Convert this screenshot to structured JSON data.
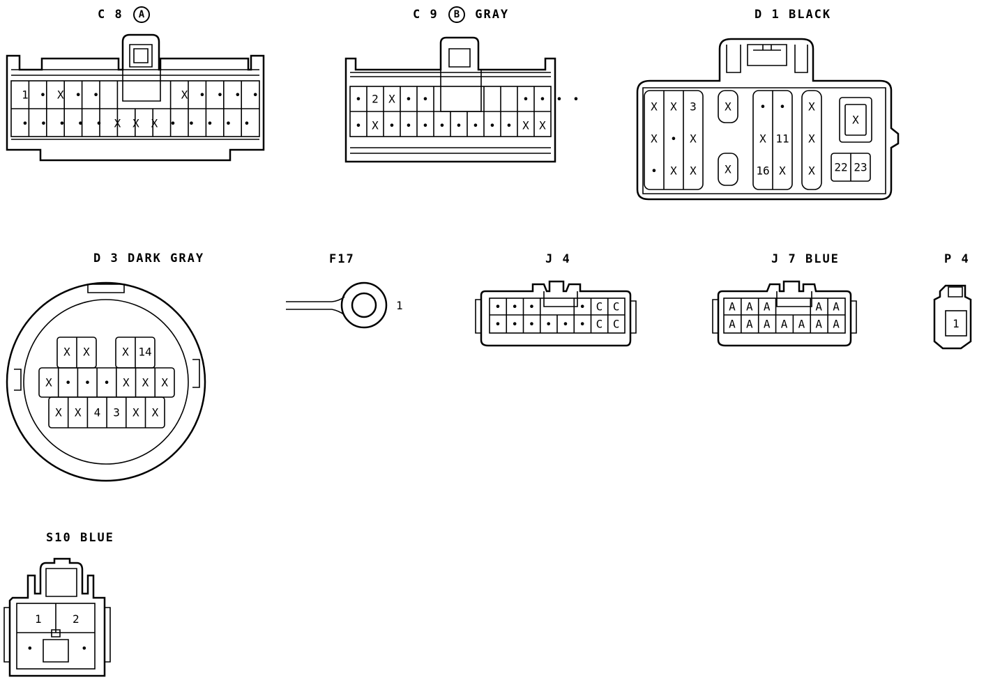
{
  "connectors": {
    "c8": {
      "code": "C 8",
      "mark": "A",
      "color": ""
    },
    "c9": {
      "code": "C 9",
      "mark": "B",
      "color": "GRAY"
    },
    "d1": {
      "code": "D 1",
      "color": "BLACK"
    },
    "d3": {
      "code": "D 3",
      "color": "DARK GRAY"
    },
    "f17": {
      "code": "F17",
      "pin": "1"
    },
    "j4": {
      "code": "J 4"
    },
    "j7": {
      "code": "J 7",
      "color": "BLUE"
    },
    "p4": {
      "code": "P 4"
    },
    "s10": {
      "code": "S10",
      "color": "BLUE"
    }
  },
  "pins": {
    "c8_row1": [
      "1",
      "•",
      "X",
      "•",
      "•",
      "",
      "",
      "",
      "",
      "X",
      "•",
      "•",
      "•",
      "•"
    ],
    "c8_row2": [
      "•",
      "•",
      "•",
      "•",
      "•",
      "X",
      "X",
      "X",
      "•",
      "•",
      "•",
      "•",
      "•"
    ],
    "c9_row1": [
      "•",
      "2",
      "X",
      "•",
      "•",
      "",
      "",
      "",
      "",
      "",
      "•",
      "•",
      "•",
      "•"
    ],
    "c9_row2": [
      "•",
      "X",
      "•",
      "•",
      "•",
      "•",
      "•",
      "•",
      "•",
      "•",
      "X",
      "X"
    ],
    "d1_left": [
      "X",
      "X",
      "3",
      "X",
      "•",
      "X",
      "•",
      "X",
      "X"
    ],
    "d1_mid": [
      "X",
      "X"
    ],
    "d1_right": [
      "•",
      "•",
      "X",
      "11",
      "16",
      "X"
    ],
    "d1_col": [
      "X",
      "X",
      "X"
    ],
    "d1_small": [
      "X",
      "22",
      "23"
    ],
    "d3_row1": [
      "X",
      "X",
      "X",
      "14"
    ],
    "d3_row2": [
      "X",
      "•",
      "•",
      "•",
      "X",
      "X",
      "X"
    ],
    "d3_row3": [
      "X",
      "X",
      "4",
      "3",
      "X",
      "X"
    ],
    "j4_row1": [
      "•",
      "•",
      "•",
      "•",
      "C",
      "C"
    ],
    "j4_row2": [
      "•",
      "•",
      "•",
      "•",
      "•",
      "•",
      "C",
      "C"
    ],
    "j7_row1": [
      "A",
      "A",
      "A",
      "A",
      "A"
    ],
    "j7_row2": [
      "A",
      "A",
      "A",
      "A",
      "A",
      "A",
      "A"
    ],
    "p4": [
      "1"
    ],
    "s10_top": [
      "1",
      "2"
    ],
    "s10_bottom": [
      "•",
      "•"
    ]
  }
}
